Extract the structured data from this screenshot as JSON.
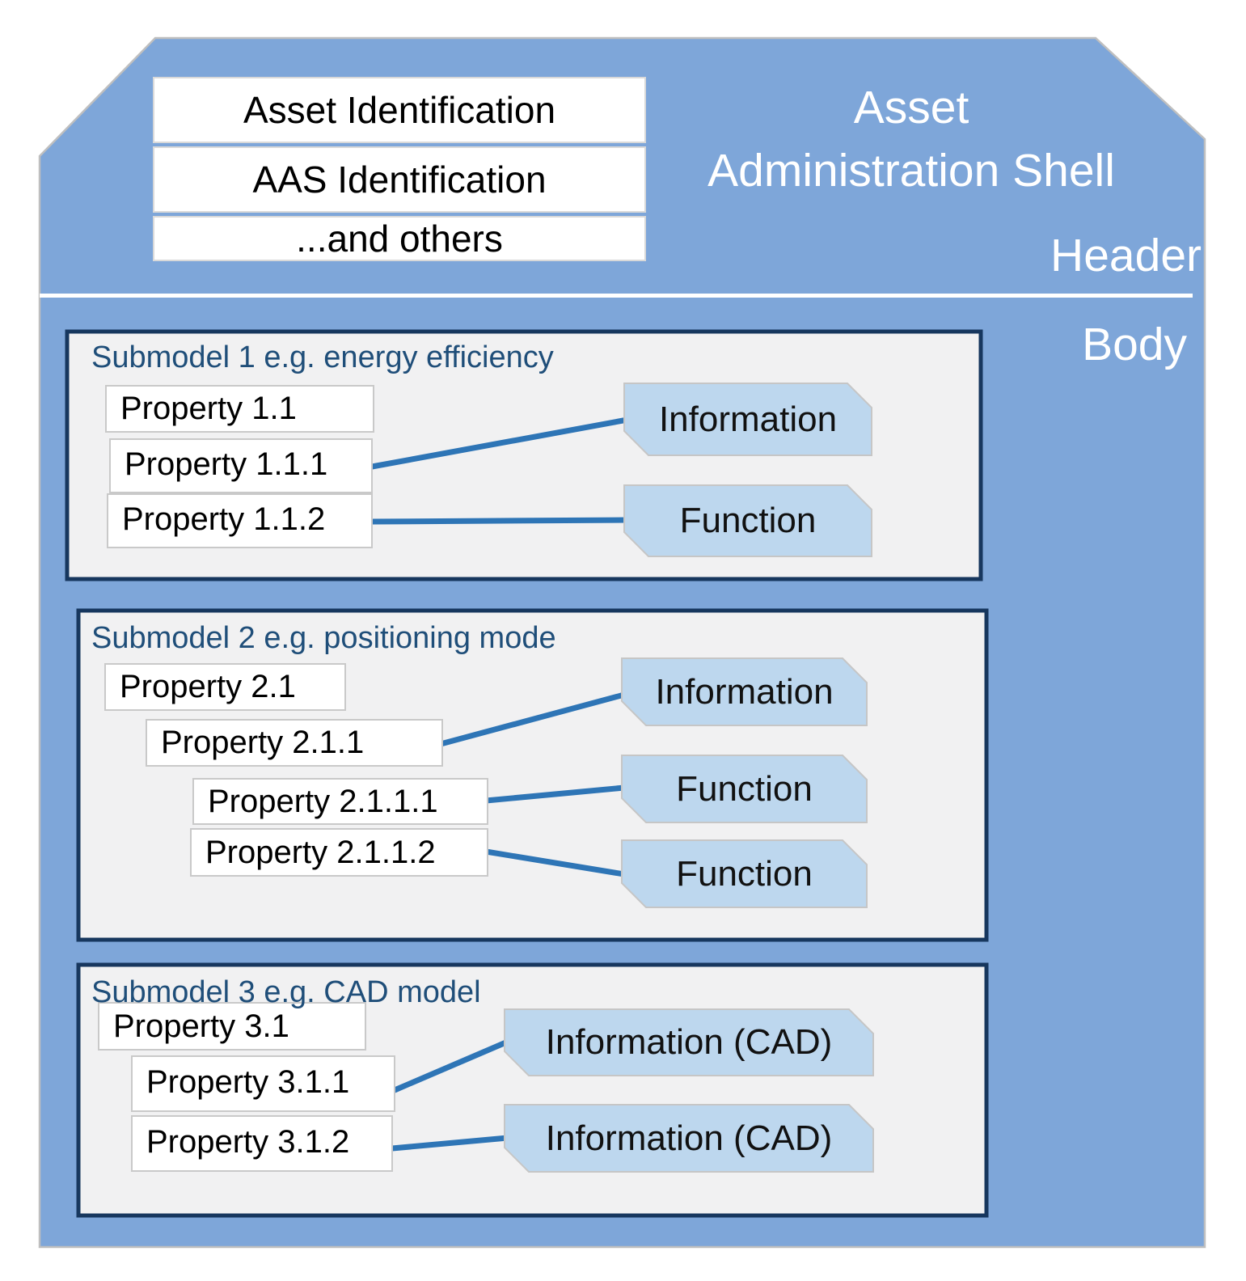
{
  "header": {
    "boxes": [
      "Asset Identification",
      "AAS Identification",
      "...and others"
    ],
    "title_line1": "Asset",
    "title_line2": "Administration Shell",
    "header_label": "Header",
    "body_label": "Body"
  },
  "submodels": [
    {
      "title": "Submodel 1 e.g. energy efficiency",
      "properties": [
        "Property 1.1",
        "Property 1.1.1",
        "Property 1.1.2"
      ],
      "tags": [
        "Information",
        "Function"
      ],
      "connections": [
        {
          "from": "Property 1.1.1",
          "to": "Information"
        },
        {
          "from": "Property 1.1.2",
          "to": "Function"
        }
      ]
    },
    {
      "title": "Submodel 2 e.g. positioning mode",
      "properties": [
        "Property 2.1",
        "Property 2.1.1",
        "Property 2.1.1.1",
        "Property 2.1.1.2"
      ],
      "tags": [
        "Information",
        "Function",
        "Function"
      ],
      "connections": [
        {
          "from": "Property 2.1.1",
          "to": "Information"
        },
        {
          "from": "Property 2.1.1.1",
          "to": "Function"
        },
        {
          "from": "Property 2.1.1.2",
          "to": "Function"
        }
      ]
    },
    {
      "title": "Submodel 3 e.g. CAD model",
      "properties": [
        "Property 3.1",
        "Property 3.1.1",
        "Property 3.1.2"
      ],
      "tags": [
        "Information (CAD)",
        "Information (CAD)"
      ],
      "connections": [
        {
          "from": "Property 3.1.1",
          "to": "Information (CAD)"
        },
        {
          "from": "Property 3.1.2",
          "to": "Information (CAD)"
        }
      ]
    }
  ],
  "colors": {
    "shell_blue": "#7EA6D9",
    "tag_blue": "#BDD7EE",
    "connector_blue": "#2E75B6",
    "border_navy": "#17375E",
    "title_navy": "#1F4E79",
    "submodel_gray": "#F1F1F2"
  }
}
